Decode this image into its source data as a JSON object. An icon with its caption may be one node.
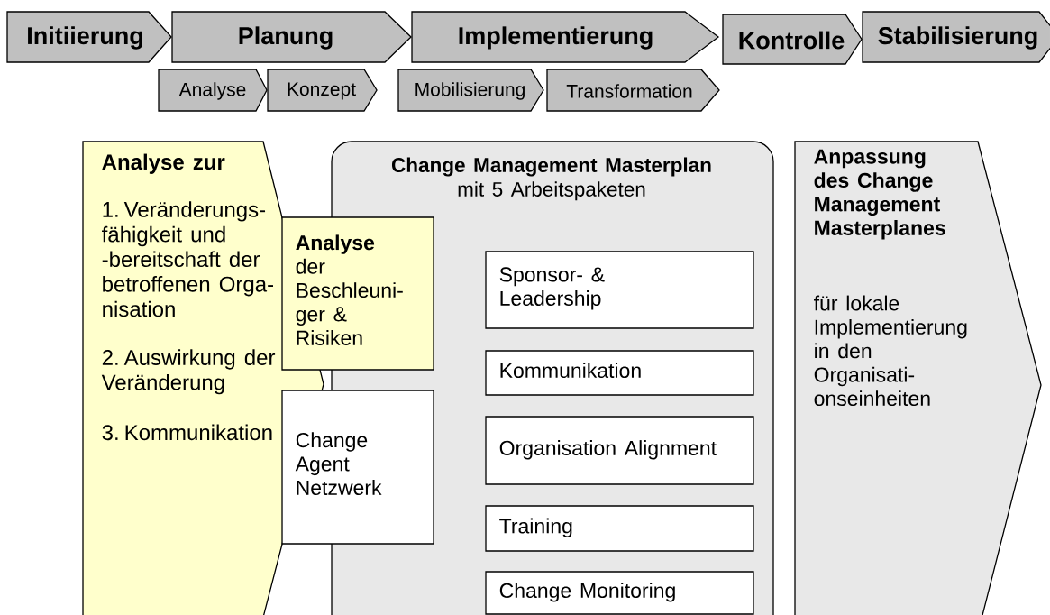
{
  "diagram": {
    "nodes": [
      {
        "text": [
          "Initiierung"
        ]
      },
      {
        "text": [
          "Planung"
        ]
      },
      {
        "text": [
          "Implementierung"
        ]
      },
      {
        "text": [
          "Kontrolle"
        ]
      },
      {
        "text": [
          "Stabilisierung"
        ]
      },
      {
        "text": [
          "Analyse"
        ]
      },
      {
        "text": [
          "Konzept"
        ]
      },
      {
        "text": [
          "Mobilisierung"
        ]
      },
      {
        "text": [
          "Transformation"
        ]
      },
      {
        "text": [
          "Analyse zur",
          "1. Veränderungs- fähigkeit und -bereitschaft der betroffenen Orga- nisation",
          "2. Auswirkung der Veränderung",
          "3. Kommunikation"
        ]
      },
      {
        "text": [
          "**Analyse** der Beschleuni- ger & Risiken"
        ]
      },
      {
        "text": [
          "Change Agent Netzwerk"
        ]
      },
      {
        "text": [
          "Change Management Masterplan",
          "mit 5 Arbeitspaketen"
        ]
      },
      {
        "text": [
          "Sponsor- & Leadership"
        ],
        "in": 12
      },
      {
        "text": [
          "Kommunikation"
        ],
        "in": 12
      },
      {
        "text": [
          "Organisation Alignment"
        ],
        "in": 12
      },
      {
        "text": [
          "Training"
        ],
        "in": 12
      },
      {
        "text": [
          "Change Monitoring"
        ],
        "in": 12
      },
      {
        "text": [
          "Anpassung des Change Management Masterplanes",
          "für lokale Implementierung in den Organisati- onseinheiten"
        ]
      }
    ]
  }
}
